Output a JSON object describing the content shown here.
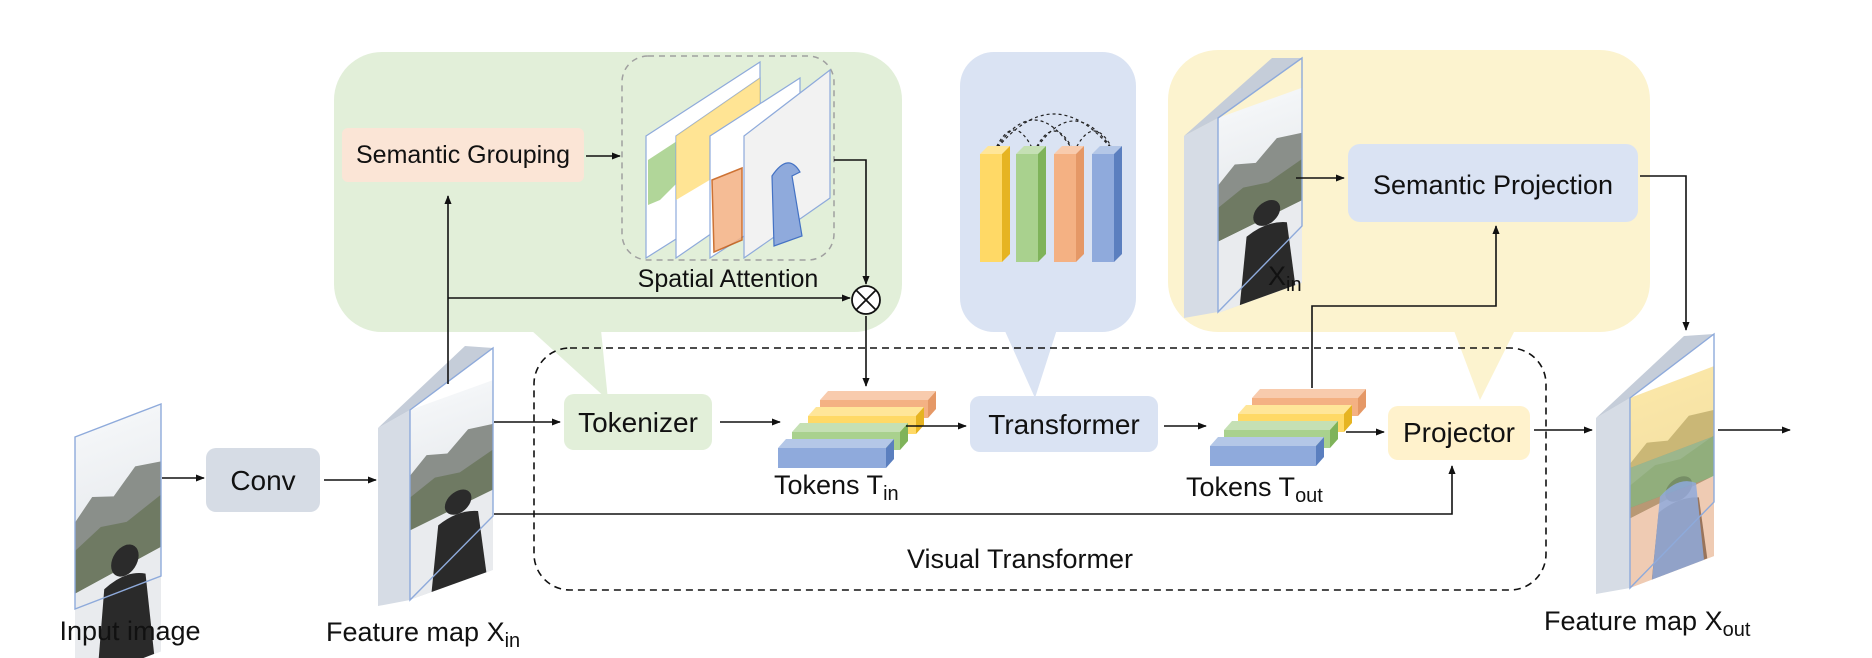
{
  "colors": {
    "green_bubble": "#e2efd9",
    "blue_bubble": "#dae3f3",
    "yellow_bubble": "#fcf3cf",
    "conv_box": "#d6dce5",
    "tokenizer_box": "#e2efd9",
    "transformer_box": "#dae3f3",
    "projector_box": "#fff2cc",
    "semantic_grouping_box": "#fbe5d6",
    "semantic_projection_box": "#dae3f3",
    "token_orange": "#f4b183",
    "token_yellow": "#ffd966",
    "token_green": "#a9d18e",
    "token_blue": "#8faadc"
  },
  "labels": {
    "input_image": "Input image",
    "conv": "Conv",
    "feature_map_in": "Feature map X",
    "feature_map_in_sub": "in",
    "tokenizer": "Tokenizer",
    "tokens_in": "Tokens T",
    "tokens_in_sub": "in",
    "transformer": "Transformer",
    "tokens_out": "Tokens T",
    "tokens_out_sub": "out",
    "projector": "Projector",
    "visual_transformer": "Visual Transformer",
    "feature_map_out": "Feature map X",
    "feature_map_out_sub": "out",
    "semantic_grouping": "Semantic Grouping",
    "spatial_attention": "Spatial Attention",
    "semantic_projection": "Semantic Projection",
    "x_in": "X",
    "x_in_sub": "in",
    "multiply_symbol": "⊗"
  },
  "icons": [
    "photo-thumbnail",
    "feature-map-slab",
    "attention-map-stack",
    "token-stack",
    "token-column",
    "otimes-operator",
    "arrow"
  ]
}
